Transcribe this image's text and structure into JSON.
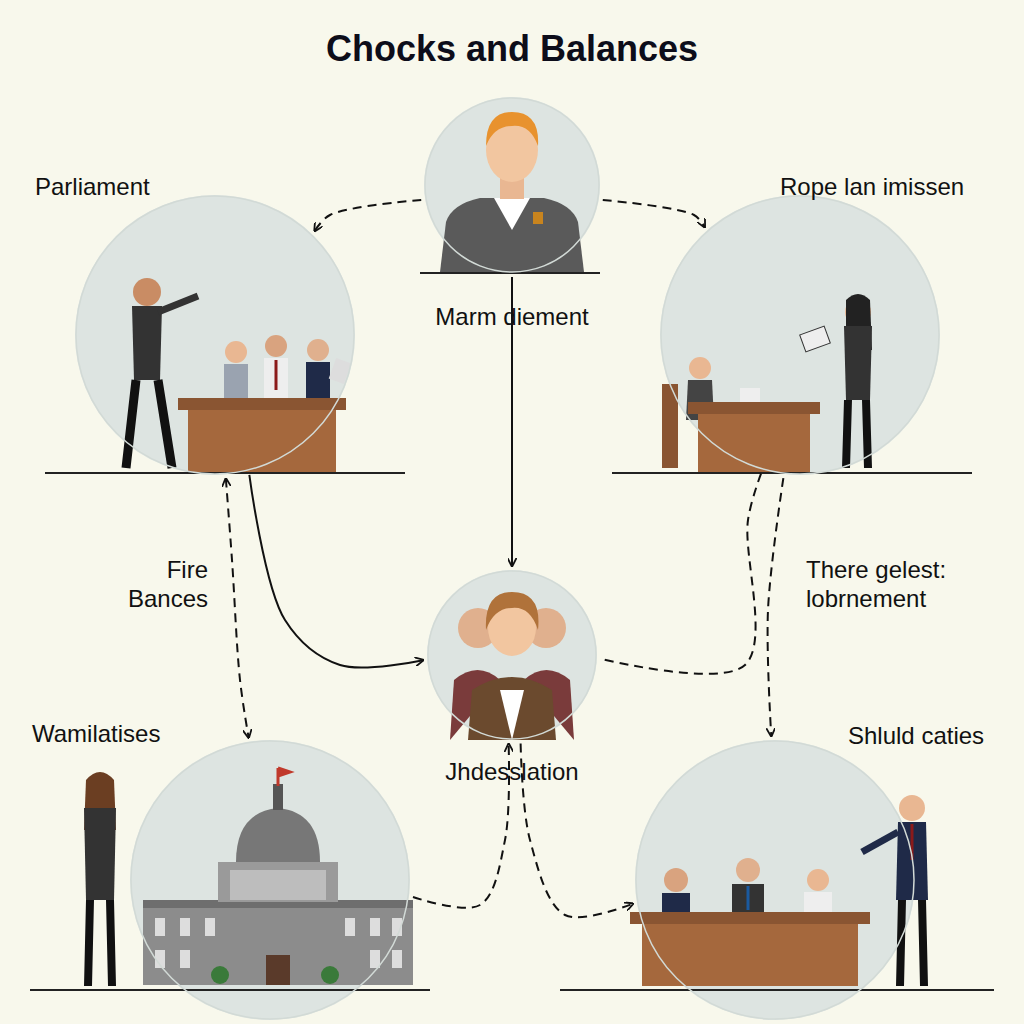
{
  "diagram": {
    "title": "Chocks and Balances",
    "nodes": [
      {
        "text": [
          "Marm diement"
        ]
      },
      {
        "text": [
          "Parliament"
        ]
      },
      {
        "text": [
          "Rope lan imissen"
        ]
      },
      {
        "text": [
          "Jhdesslation"
        ]
      },
      {
        "text": [
          "Wamilatises"
        ]
      },
      {
        "text": [
          "Shluld caties"
        ]
      }
    ],
    "edges": [
      {
        "from": 0,
        "to": 1,
        "arrow": "to"
      },
      {
        "from": 0,
        "to": 2,
        "arrow": "to"
      },
      {
        "from": 0,
        "to": 3,
        "arrow": "to"
      },
      {
        "from": 1,
        "to": 4,
        "arrow": "both"
      },
      {
        "from": 1,
        "to": 3,
        "arrow": "to"
      },
      {
        "from": 2,
        "to": 5,
        "arrow": "to"
      },
      {
        "from": 2,
        "to": 3,
        "arrow": "none"
      },
      {
        "from": 4,
        "to": 3,
        "arrow": "to"
      },
      {
        "from": 3,
        "to": 5,
        "arrow": "to"
      }
    ],
    "labels": [
      "Fire Bances",
      "There gelest: lobrnement"
    ]
  }
}
